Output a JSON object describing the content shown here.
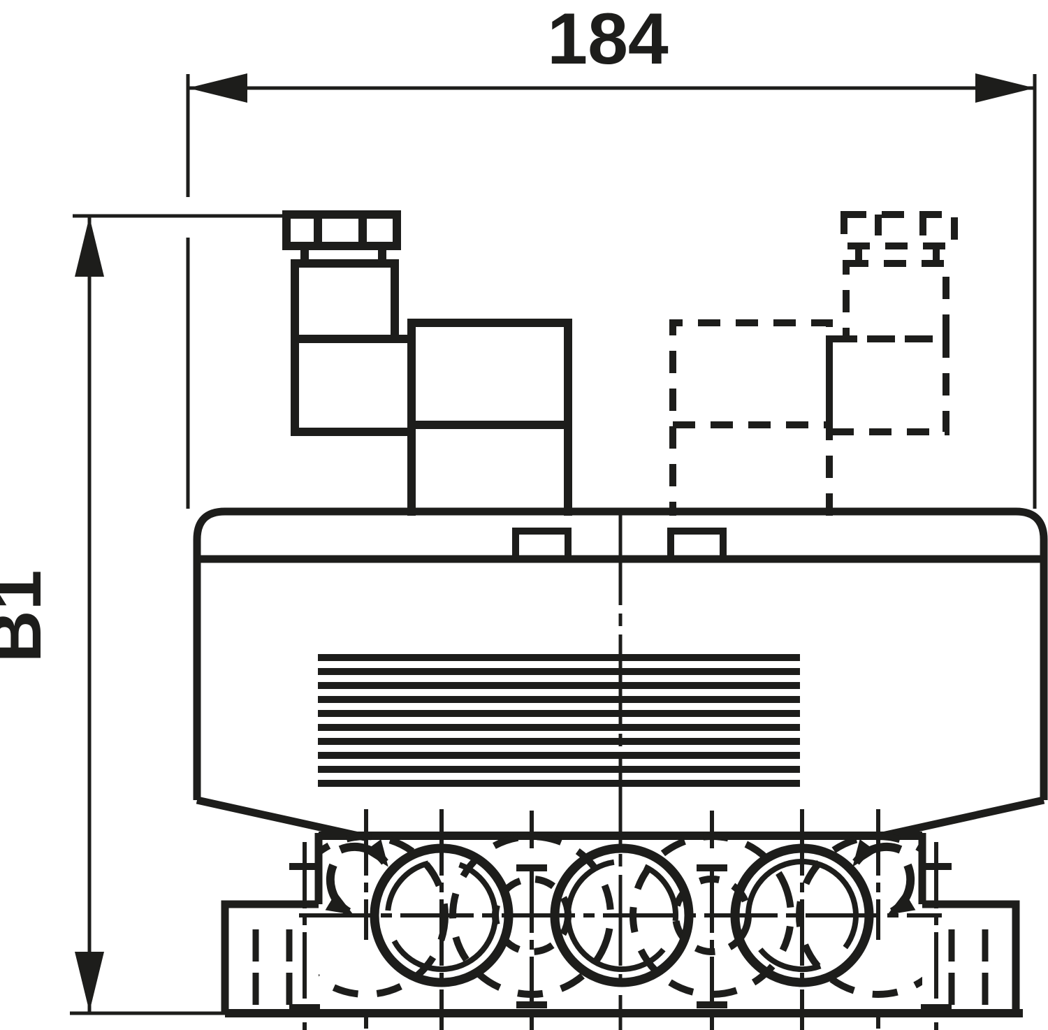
{
  "drawing": {
    "type": "technical-dimension-drawing",
    "subject": "valve-actuator-side-view",
    "ink_color": "#1d1d1b",
    "background_color": "#ffffff",
    "dimensions": {
      "width": {
        "label": "184"
      },
      "height": {
        "label": "B1"
      }
    }
  }
}
